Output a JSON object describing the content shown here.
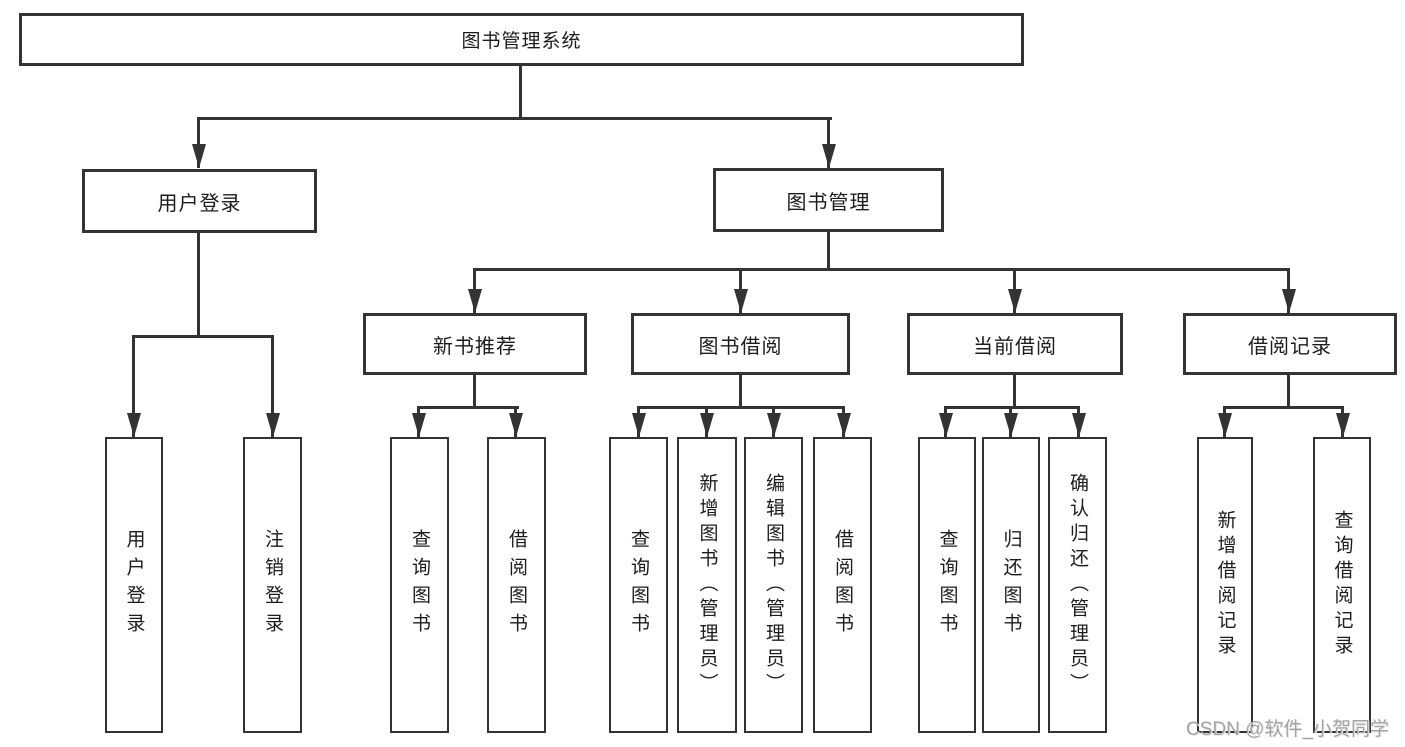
{
  "diagram": {
    "root": "图书管理系统",
    "level2": [
      {
        "label": "用户登录",
        "children": [
          "用户登录",
          "注销登录"
        ]
      },
      {
        "label": "图书管理",
        "children": [
          {
            "label": "新书推荐",
            "children": [
              "查询图书",
              "借阅图书"
            ]
          },
          {
            "label": "图书借阅",
            "children": [
              "查询图书",
              "新增图书（管理员）",
              "编辑图书（管理员）",
              "借阅图书"
            ]
          },
          {
            "label": "当前借阅",
            "children": [
              "查询图书",
              "归还图书",
              "确认归还（管理员）"
            ]
          },
          {
            "label": "借阅记录",
            "children": [
              "新增借阅记录",
              "查询借阅记录"
            ]
          }
        ]
      }
    ]
  },
  "watermark": {
    "text": "CSDN @软件_小贺同学"
  },
  "colors": {
    "line": "#333333",
    "text": "#1c1c1c",
    "background": "#ffffff",
    "watermark": "#a3a3a3"
  }
}
